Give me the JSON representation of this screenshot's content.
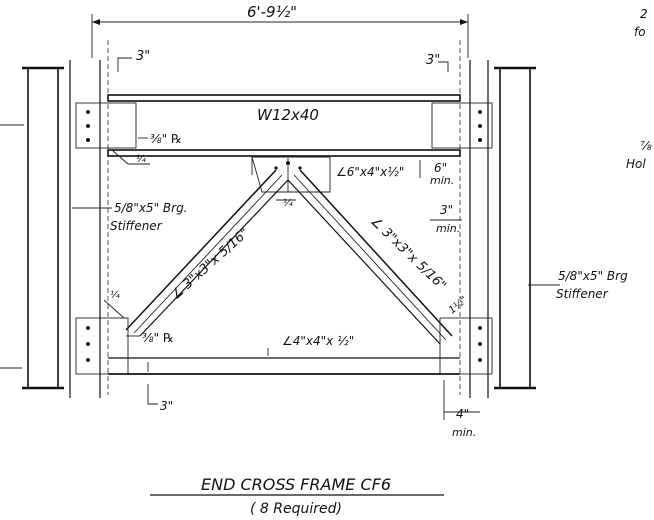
{
  "title": "END CROSS FRAME CF6",
  "subtitle": "( 8 Required)",
  "dimensions": {
    "overall_width": "6'-9½\"",
    "left_top": "3\"",
    "right_top": "3\"",
    "bottom_left": "3\"",
    "six_min_value": "6\"",
    "six_min_unit": "min.",
    "three_min_value": "3\"",
    "three_min_unit": "min.",
    "four_min_value": "4\"",
    "four_min_unit": "min."
  },
  "labels": {
    "beam": "W12x40",
    "plate_top": "⅜\" ℞",
    "plate_bottom": "⅜\" ℞",
    "weld_top_left": "¼",
    "weld_center": "¼",
    "weld_bottom_left": "¼",
    "top_angle": "∠6\"x4\"x½\"",
    "stiffener_left_1": "5/8\"x5\" Brg.",
    "stiffener_left_2": "Stiffener",
    "stiffener_right_1": "5/8\"x5\" Brg",
    "stiffener_right_2": "Stiffener",
    "diag_left": "∠ 3\"x3\"x 5/16\"",
    "diag_right": "∠ 3\"x3\"x 5/16\"",
    "bottom_angle": "∠4\"x4\"x ½\"",
    "corner_dim": "1½\"",
    "right_note_top_1": "2",
    "right_note_top_2": "fo",
    "right_note_mid_1": "⅞",
    "right_note_mid_2": "Hol"
  }
}
